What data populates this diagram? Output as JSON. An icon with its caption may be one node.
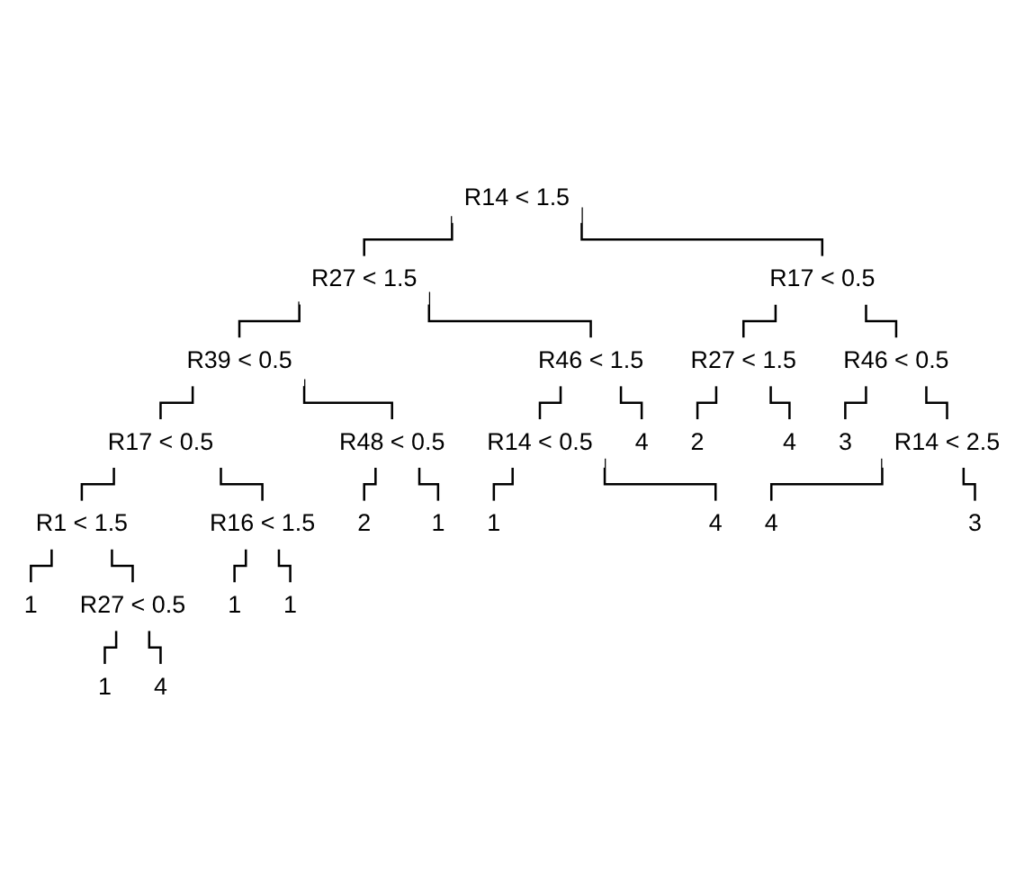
{
  "diagram": {
    "nodes": [
      {
        "text": [
          "R14 < 1.5"
        ]
      },
      {
        "text": [
          "R27 < 1.5"
        ]
      },
      {
        "text": [
          "R39 < 0.5"
        ]
      },
      {
        "text": [
          "R17 < 0.5"
        ]
      },
      {
        "text": [
          "R1 < 1.5"
        ]
      },
      {
        "text": [
          "1"
        ]
      },
      {
        "text": [
          "R27 < 0.5"
        ]
      },
      {
        "text": [
          "1"
        ]
      },
      {
        "text": [
          "4"
        ]
      },
      {
        "text": [
          "R16 < 1.5"
        ]
      },
      {
        "text": [
          "1"
        ]
      },
      {
        "text": [
          "1"
        ]
      },
      {
        "text": [
          "R48 < 0.5"
        ]
      },
      {
        "text": [
          "2"
        ]
      },
      {
        "text": [
          "1"
        ]
      },
      {
        "text": [
          "R46 < 1.5"
        ]
      },
      {
        "text": [
          "R14 < 0.5"
        ]
      },
      {
        "text": [
          "1"
        ]
      },
      {
        "text": [
          "4"
        ]
      },
      {
        "text": [
          "4"
        ]
      },
      {
        "text": [
          "R17 < 0.5"
        ]
      },
      {
        "text": [
          "R27 < 1.5"
        ]
      },
      {
        "text": [
          "2"
        ]
      },
      {
        "text": [
          "4"
        ]
      },
      {
        "text": [
          "R46 < 0.5"
        ]
      },
      {
        "text": [
          "3"
        ]
      },
      {
        "text": [
          "R14 < 2.5"
        ]
      },
      {
        "text": [
          "4"
        ]
      },
      {
        "text": [
          "3"
        ]
      }
    ],
    "edges": [
      {
        "from": 0,
        "to": 1,
        "arrow": "none"
      },
      {
        "from": 0,
        "to": 20,
        "arrow": "none"
      },
      {
        "from": 1,
        "to": 2,
        "arrow": "none"
      },
      {
        "from": 1,
        "to": 15,
        "arrow": "none"
      },
      {
        "from": 2,
        "to": 3,
        "arrow": "none"
      },
      {
        "from": 2,
        "to": 12,
        "arrow": "none"
      },
      {
        "from": 3,
        "to": 4,
        "arrow": "none"
      },
      {
        "from": 3,
        "to": 9,
        "arrow": "none"
      },
      {
        "from": 4,
        "to": 5,
        "arrow": "none"
      },
      {
        "from": 4,
        "to": 6,
        "arrow": "none"
      },
      {
        "from": 6,
        "to": 7,
        "arrow": "none"
      },
      {
        "from": 6,
        "to": 8,
        "arrow": "none"
      },
      {
        "from": 9,
        "to": 10,
        "arrow": "none"
      },
      {
        "from": 9,
        "to": 11,
        "arrow": "none"
      },
      {
        "from": 12,
        "to": 13,
        "arrow": "none"
      },
      {
        "from": 12,
        "to": 14,
        "arrow": "none"
      },
      {
        "from": 15,
        "to": 16,
        "arrow": "none"
      },
      {
        "from": 15,
        "to": 19,
        "arrow": "none"
      },
      {
        "from": 16,
        "to": 17,
        "arrow": "none"
      },
      {
        "from": 16,
        "to": 18,
        "arrow": "none"
      },
      {
        "from": 20,
        "to": 21,
        "arrow": "none"
      },
      {
        "from": 20,
        "to": 24,
        "arrow": "none"
      },
      {
        "from": 21,
        "to": 22,
        "arrow": "none"
      },
      {
        "from": 21,
        "to": 23,
        "arrow": "none"
      },
      {
        "from": 24,
        "to": 25,
        "arrow": "none"
      },
      {
        "from": 24,
        "to": 26,
        "arrow": "none"
      },
      {
        "from": 26,
        "to": 27,
        "arrow": "none"
      },
      {
        "from": 26,
        "to": 28,
        "arrow": "none"
      }
    ]
  }
}
